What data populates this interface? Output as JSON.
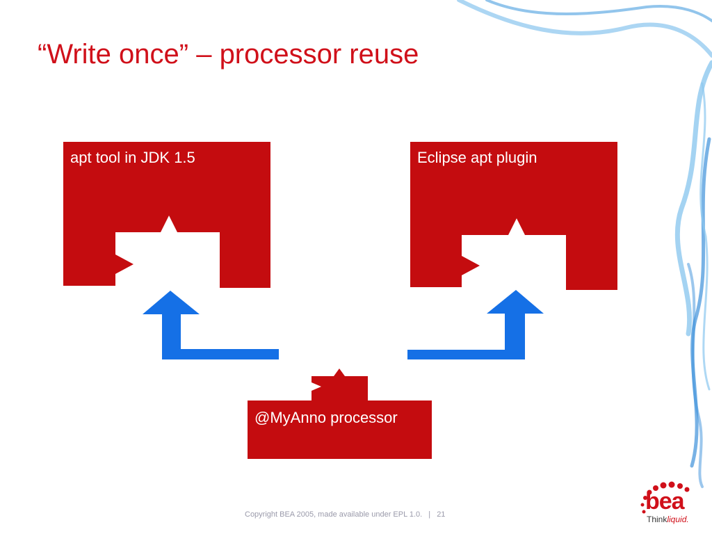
{
  "slide": {
    "title": "“Write once” – processor reuse",
    "page_number": "21"
  },
  "boxes": {
    "apt_tool": "apt tool in JDK 1.5",
    "eclipse_plugin": "Eclipse apt plugin",
    "processor": "@MyAnno processor"
  },
  "footer": {
    "copyright": "Copyright BEA 2005, made available under EPL 1.0.",
    "separator": "|"
  },
  "logo": {
    "word": "bea",
    "tagline_think": "Think",
    "tagline_liquid": "liquid."
  },
  "colors": {
    "box_red": "#c40c0f",
    "arrow_blue": "#1570e6",
    "title_red": "#d0101a",
    "smoke_blue": "#5aaee8"
  }
}
